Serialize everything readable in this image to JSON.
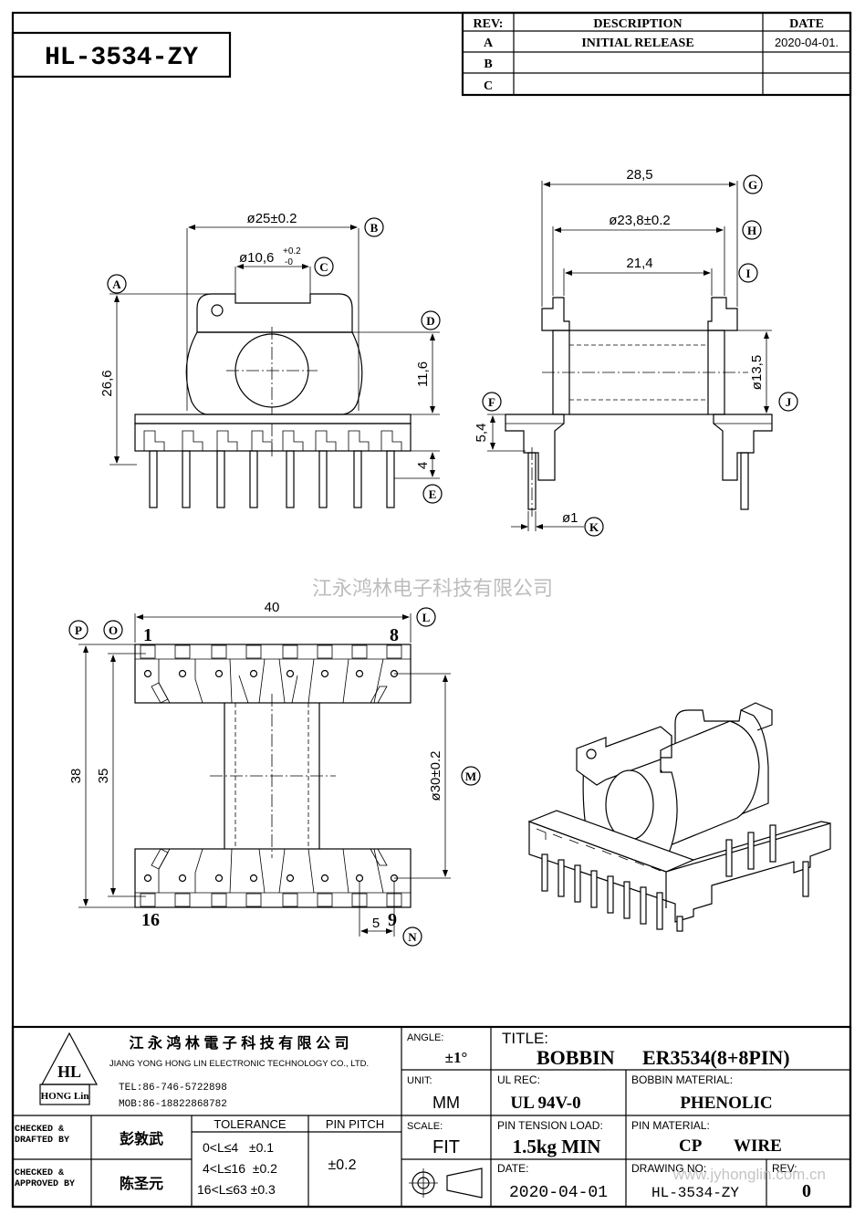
{
  "part_number": "HL-3534-ZY",
  "revision_table": {
    "headers": [
      "REV:",
      "DESCRIPTION",
      "DATE"
    ],
    "rows": [
      {
        "rev": "A",
        "description": "INITIAL RELEASE",
        "date": "2020-04-01."
      },
      {
        "rev": "B",
        "description": "",
        "date": ""
      },
      {
        "rev": "C",
        "description": "",
        "date": ""
      }
    ]
  },
  "dimensions": {
    "front": {
      "d25": "ø25±0.2",
      "d10_base": "ø10,6",
      "d10_tol_up": "+0.2",
      "d10_tol_dn": "-0",
      "h26": "26,6",
      "h11": "11,6",
      "h4": "4"
    },
    "side": {
      "w28": "28,5",
      "d23": "ø23,8±0.2",
      "w21": "21,4",
      "d13": "ø13,5",
      "h5": "5,4",
      "pin": "ø1"
    },
    "bottom": {
      "w40": "40",
      "h38": "38",
      "h35": "35",
      "d30": "ø30±0.2",
      "p5": "5",
      "pin1": "1",
      "pin8": "8",
      "pin9": "9",
      "pin16": "16"
    }
  },
  "callouts": [
    "A",
    "B",
    "C",
    "D",
    "E",
    "F",
    "G",
    "H",
    "I",
    "J",
    "K",
    "L",
    "M",
    "N",
    "O",
    "P"
  ],
  "watermark_center": "江永鸿林电子科技有限公司",
  "watermark_corner": "www.jyhonglin.com.cn",
  "title_block": {
    "company_cn": "江 永 鸿 林 電 子 科 技 有 限 公 司",
    "company_en": "JIANG YONG HONG LIN ELECTRONIC TECHNOLOGY CO., LTD.",
    "logo_text": "HL",
    "logo_sub": "HONG Lin",
    "tel": "TEL:86-746-5722898",
    "mob": "MOB:86-18822868782",
    "angle_label": "ANGLE:",
    "angle_value": "±1°",
    "unit_label": "UNIT:",
    "unit_value": "MM",
    "scale_label": "SCALE:",
    "scale_value": "FIT",
    "title_label": "TITLE:",
    "title_value1": "BOBBIN",
    "title_value2": "ER3534(8+8PIN)",
    "ul_label": "UL REC:",
    "ul_value": "UL 94V-0",
    "bobbin_mat_label": "BOBBIN MATERIAL:",
    "bobbin_mat_value": "PHENOLIC",
    "pin_tension_label": "PIN TENSION LOAD:",
    "pin_tension_value": "1.5kg MIN",
    "pin_mat_label": "PIN MATERIAL:",
    "pin_mat_value1": "CP",
    "pin_mat_value2": "WIRE",
    "date_label": "DATE:",
    "date_value": "2020-04-01",
    "drawing_label": "DRAWING NO:",
    "drawing_value": "HL-3534-ZY",
    "rev_label": "REV:",
    "rev_value": "0",
    "checked_drafted": "CHECKED & DRAFTED BY",
    "checked_approved": "CHECKED & APPROVED BY",
    "drafter": "彭敦武",
    "approver": "陈圣元",
    "tolerance_label": "TOLERANCE",
    "tolerances": [
      "0<L≤4   ±0.1",
      "4<L≤16  ±0.2",
      "16<L≤63 ±0.3"
    ],
    "pin_pitch_label": "PIN PITCH",
    "pin_pitch_value": "±0.2"
  }
}
